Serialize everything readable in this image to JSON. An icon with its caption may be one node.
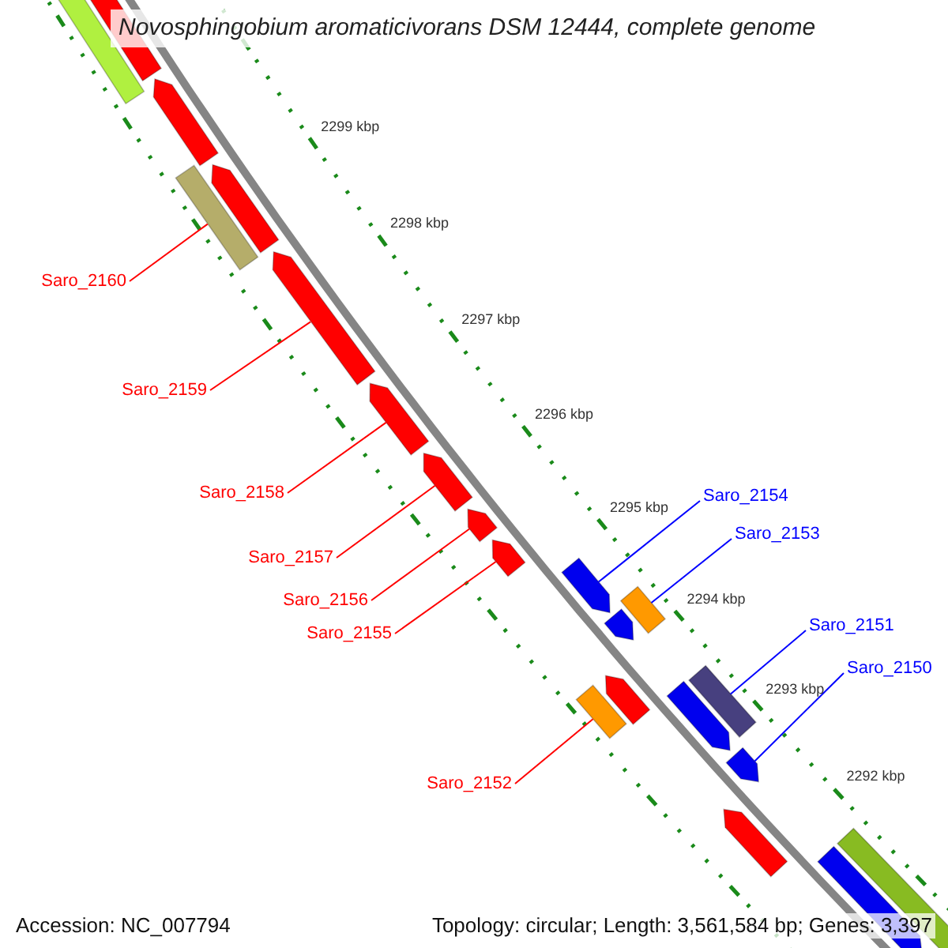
{
  "diagram": {
    "title": "Novosphingobium aromaticivorans DSM 12444, complete genome",
    "nodes": [
      {
        "text": [
          "Saro_2160"
        ]
      },
      {
        "text": [
          "Saro_2159"
        ]
      },
      {
        "text": [
          "Saro_2158"
        ]
      },
      {
        "text": [
          "Saro_2154"
        ]
      },
      {
        "text": [
          "Saro_2153"
        ]
      },
      {
        "text": [
          "Saro_2157"
        ]
      },
      {
        "text": [
          "Saro_2156"
        ]
      },
      {
        "text": [
          "Saro_2151"
        ]
      },
      {
        "text": [
          "Saro_2155"
        ]
      },
      {
        "text": [
          "Saro_2150"
        ]
      },
      {
        "text": [
          "Saro_2152"
        ]
      },
      {
        "text": [],
        "shape": "bar"
      },
      {
        "text": [],
        "shape": "bar"
      },
      {
        "text": [],
        "shape": "bar"
      },
      {
        "text": [],
        "shape": "bar"
      },
      {
        "text": [],
        "shape": "bar"
      },
      {
        "text": [],
        "shape": "bar"
      },
      {
        "text": [],
        "shape": "bar"
      },
      {
        "text": [],
        "shape": "bar"
      },
      {
        "text": [],
        "shape": "bar"
      },
      {
        "text": [],
        "shape": "bar"
      },
      {
        "text": [],
        "shape": "bar"
      },
      {
        "text": [],
        "shape": "bar"
      },
      {
        "text": [],
        "shape": "bar"
      },
      {
        "text": [],
        "shape": "bar"
      },
      {
        "text": [],
        "shape": "bar"
      },
      {
        "text": [],
        "shape": "bar"
      },
      {
        "text": [],
        "shape": "bar"
      },
      {
        "text": [],
        "shape": "bar"
      },
      {
        "text": [],
        "shape": "bar"
      },
      {
        "text": [],
        "shape": "bar"
      },
      {
        "text": [],
        "shape": "bar"
      }
    ],
    "edges": [
      {
        "from": 0,
        "to": 15,
        "arrow": "none"
      },
      {
        "from": 1,
        "to": 16,
        "arrow": "none"
      },
      {
        "from": 2,
        "to": 17,
        "arrow": "none"
      },
      {
        "from": 3,
        "to": 21,
        "arrow": "none",
        "color": "#0000ff"
      },
      {
        "from": 4,
        "to": 22,
        "arrow": "none",
        "color": "#0000ff"
      },
      {
        "from": 5,
        "to": 18,
        "arrow": "none"
      },
      {
        "from": 6,
        "to": 19,
        "arrow": "none"
      },
      {
        "from": 7,
        "to": 26,
        "arrow": "none",
        "color": "#0000ff"
      },
      {
        "from": 8,
        "to": 20,
        "arrow": "none"
      },
      {
        "from": 9,
        "to": 28,
        "arrow": "none",
        "color": "#0000ff"
      },
      {
        "from": 10,
        "to": 24,
        "arrow": "none"
      }
    ],
    "labels": [
      "2299 kbp",
      "2298 kbp",
      "2297 kbp",
      "2296 kbp",
      "2295 kbp",
      "2294 kbp",
      "2293 kbp",
      "2292 kbp",
      "Accession: NC_007794",
      "Topology: circular; Length: 3,561,584 bp; Genes: 3,397"
    ]
  }
}
